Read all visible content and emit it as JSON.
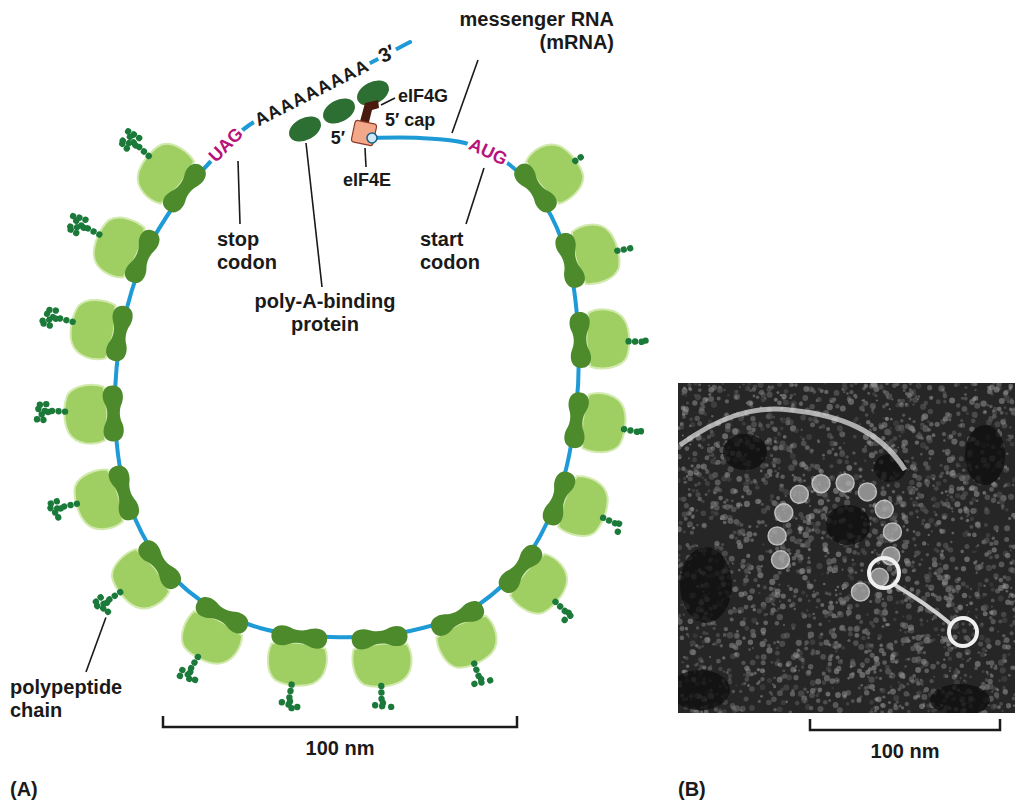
{
  "diagram": {
    "labels": [
      "messenger RNA (mRNA)",
      "3′",
      "AAAAAAAAA",
      "eIF4G",
      "5′",
      "5′ cap",
      "eIF4E",
      "UAG",
      "AUG",
      "stop codon",
      "start codon",
      "poly-A-binding protein",
      "polypeptide chain",
      "100 nm",
      "(A)",
      "100 nm",
      "(B)"
    ]
  }
}
